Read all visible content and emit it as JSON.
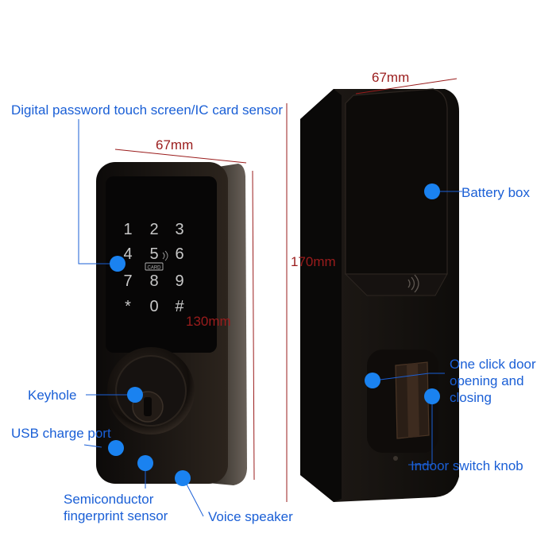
{
  "callouts": {
    "touch_screen": "Digital password touch screen/IC card sensor",
    "keyhole": "Keyhole",
    "usb_port": "USB charge port",
    "fingerprint": "Semiconductor\nfingerprint sensor",
    "speaker": "Voice speaker",
    "battery_box": "Battery box",
    "one_click": "One click door\nopening and\nclosing",
    "indoor_knob": "Indoor switch knob"
  },
  "dimensions": {
    "exterior_width": "67mm",
    "exterior_height": "130mm",
    "interior_width": "67mm",
    "interior_height": "170mm"
  },
  "keypad_keys": [
    "1",
    "2",
    "3",
    "4",
    "5",
    "6",
    "7",
    "8",
    "9",
    "*",
    "0",
    "#"
  ],
  "card_mark": "CARD",
  "colors": {
    "callout_text": "#1a5fd6",
    "callout_dot": "#1a82f0",
    "dimension_text": "#9a1c1c",
    "device_body": "#17120f",
    "key_glyph": "#c8c8c8"
  }
}
